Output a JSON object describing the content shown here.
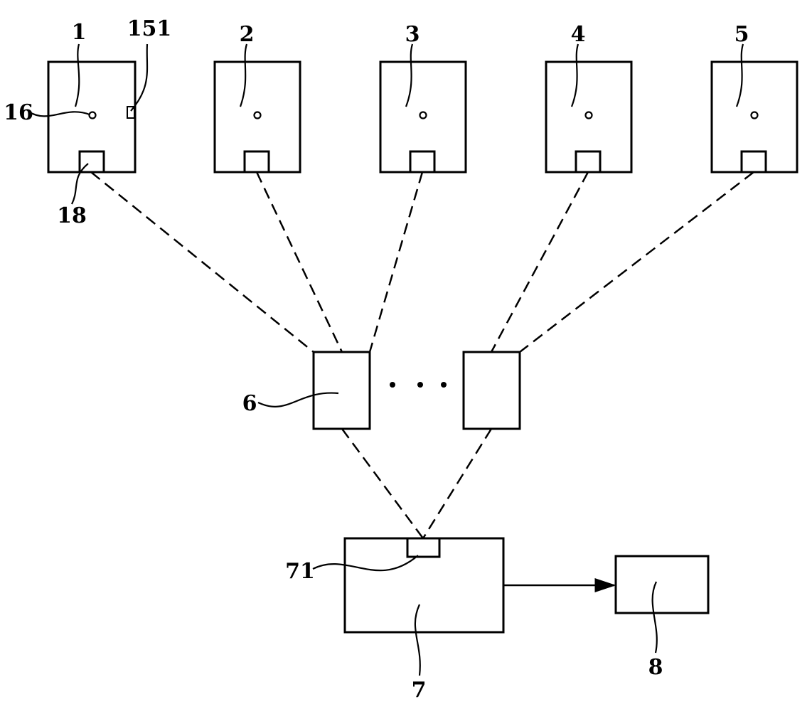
{
  "labels": {
    "n1": "1",
    "n151": "151",
    "n16": "16",
    "n18": "18",
    "n2": "2",
    "n3": "3",
    "n4": "4",
    "n5": "5",
    "n6": "6",
    "n71": "71",
    "n7": "7",
    "n8": "8"
  }
}
